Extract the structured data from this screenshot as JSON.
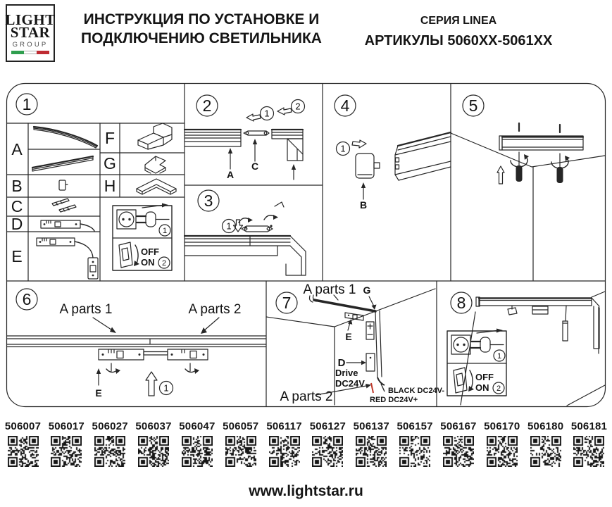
{
  "header": {
    "logo": {
      "line1": "LIGHT",
      "line2": "STAR",
      "line3": "GROUP"
    },
    "title": {
      "line1": "ИНСТРУКЦИЯ ПО УСТАНОВКЕ И",
      "line2": "ПОДКЛЮЧЕНИЮ СВЕТИЛЬНИКА"
    },
    "series": "СЕРИЯ LINEA",
    "articles": "АРТИКУЛЫ 5060XX-5061XX"
  },
  "diagram": {
    "steps": {
      "s1": {
        "num": "1",
        "left_letters": [
          "A",
          "B",
          "C",
          "D",
          "E"
        ],
        "right_letters": [
          "F",
          "G",
          "H"
        ]
      },
      "s2": {
        "num": "2",
        "badge1": "1",
        "badge2": "2",
        "label_a": "A",
        "label_c": "C"
      },
      "s3": {
        "num": "3",
        "badge1": "1"
      },
      "s4": {
        "num": "4",
        "badge1": "1",
        "label_b": "B"
      },
      "s5": {
        "num": "5"
      },
      "s6": {
        "num": "6",
        "a_parts_1": "A parts 1",
        "a_parts_2": "A parts 2",
        "label_e": "E",
        "badge1": "1"
      },
      "s7": {
        "num": "7",
        "a_parts_1": "A parts 1",
        "a_parts_2": "A parts 2",
        "label_g": "G",
        "label_e": "E",
        "label_d": "D",
        "drive_line1": "Drive",
        "drive_line2": "DC24V",
        "wire_black_label": "BLACK DC24V-",
        "wire_red_label": "RED DC24V+"
      },
      "s8": {
        "num": "8"
      }
    },
    "power_inset": {
      "plug_badge": "1",
      "switch_badge": "2",
      "off_label": "OFF",
      "on_label": "ON"
    }
  },
  "qr_row": {
    "articles": [
      "506007",
      "506017",
      "506027",
      "506037",
      "506047",
      "506057",
      "506117",
      "506127",
      "506137",
      "506157",
      "506167",
      "506170",
      "506180",
      "506181"
    ]
  },
  "footer": {
    "url": "www.lightstar.ru"
  },
  "colors": {
    "flag_green": "#2f9e4e",
    "flag_red": "#bf2b33",
    "wire_red": "#c0392b"
  }
}
